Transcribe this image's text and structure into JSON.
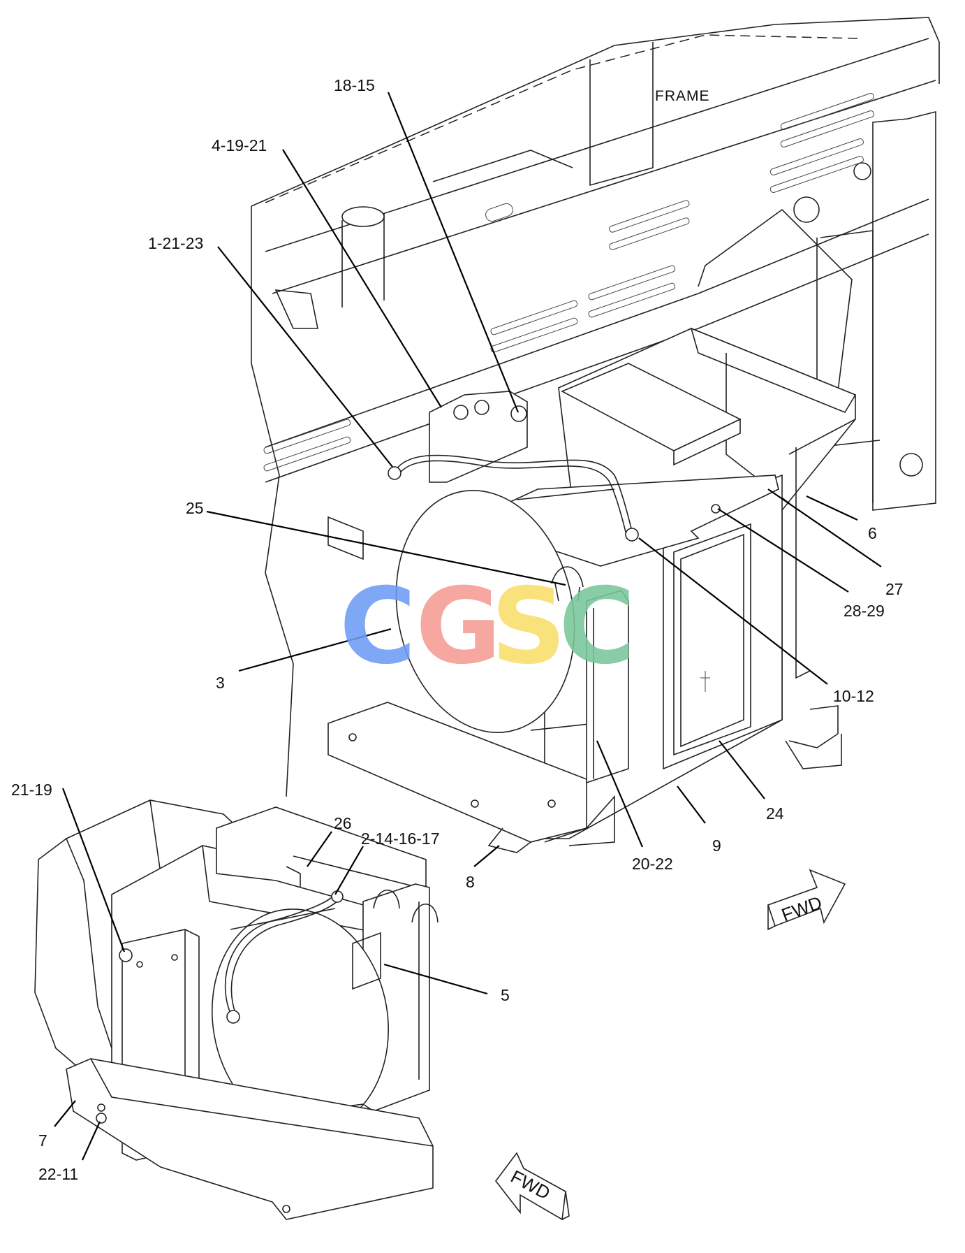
{
  "diagram": {
    "frame_label": "FRAME",
    "fwd_arrows": [
      "FWD",
      "FWD"
    ],
    "watermark": {
      "letters": [
        "C",
        "G",
        "S",
        "C"
      ],
      "colors": [
        "#6d9cf5",
        "#f59b94",
        "#f9df6b",
        "#79c79a"
      ]
    },
    "callouts": [
      "18-15",
      "4-19-21",
      "1-21-23",
      "25",
      "3",
      "6",
      "27",
      "28-29",
      "10-12",
      "24",
      "9",
      "20-22",
      "8",
      "26",
      "2-14-16-17",
      "21-19",
      "5",
      "7",
      "22-11"
    ],
    "colors": {
      "line": "#222222",
      "background": "#ffffff"
    }
  }
}
